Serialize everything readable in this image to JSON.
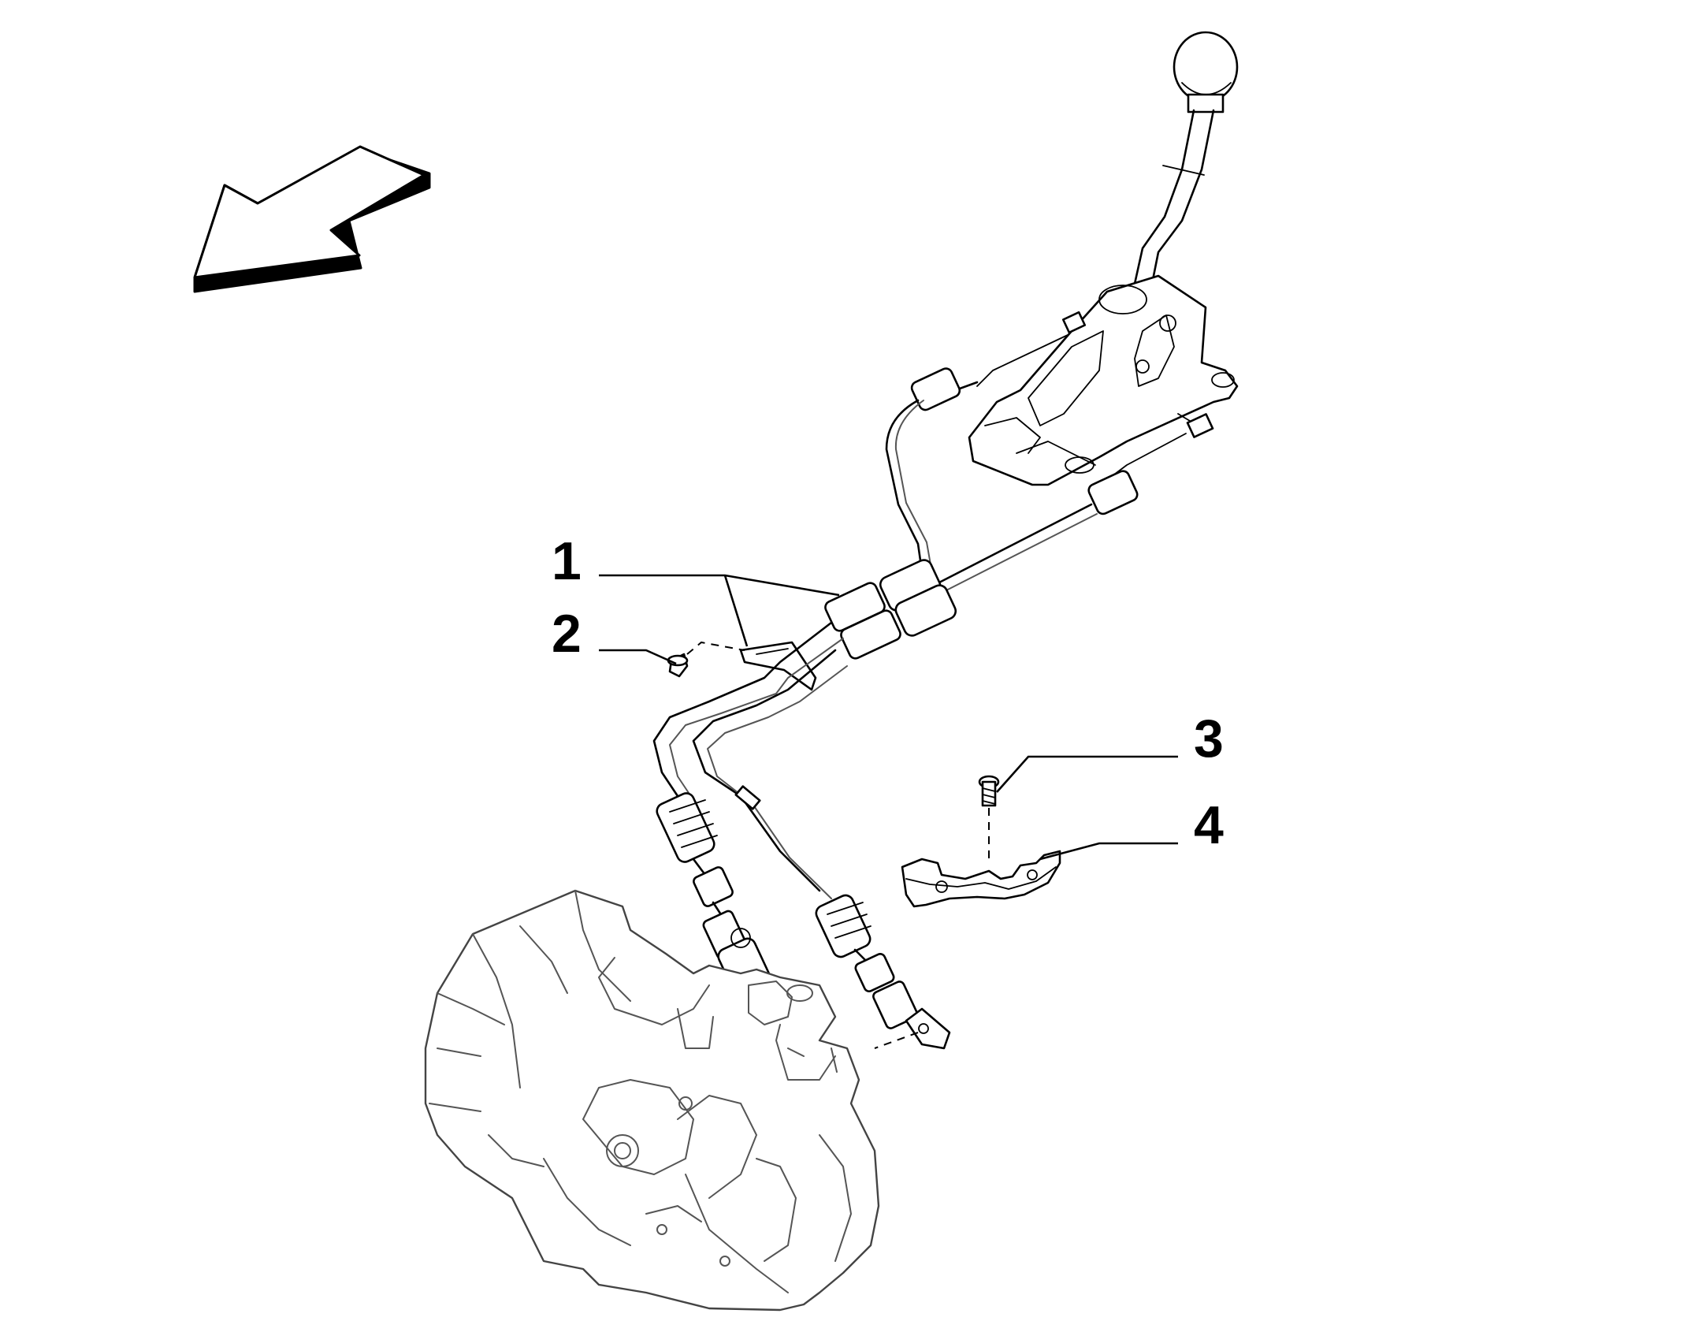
{
  "diagram": {
    "callouts": [
      {
        "number": "1",
        "part": "gearshift-cables"
      },
      {
        "number": "2",
        "part": "screw"
      },
      {
        "number": "3",
        "part": "bolt"
      },
      {
        "number": "4",
        "part": "bracket"
      }
    ],
    "line_color": "#000000",
    "background_color": "#ffffff",
    "icons": [
      "direction-arrow-icon"
    ]
  }
}
